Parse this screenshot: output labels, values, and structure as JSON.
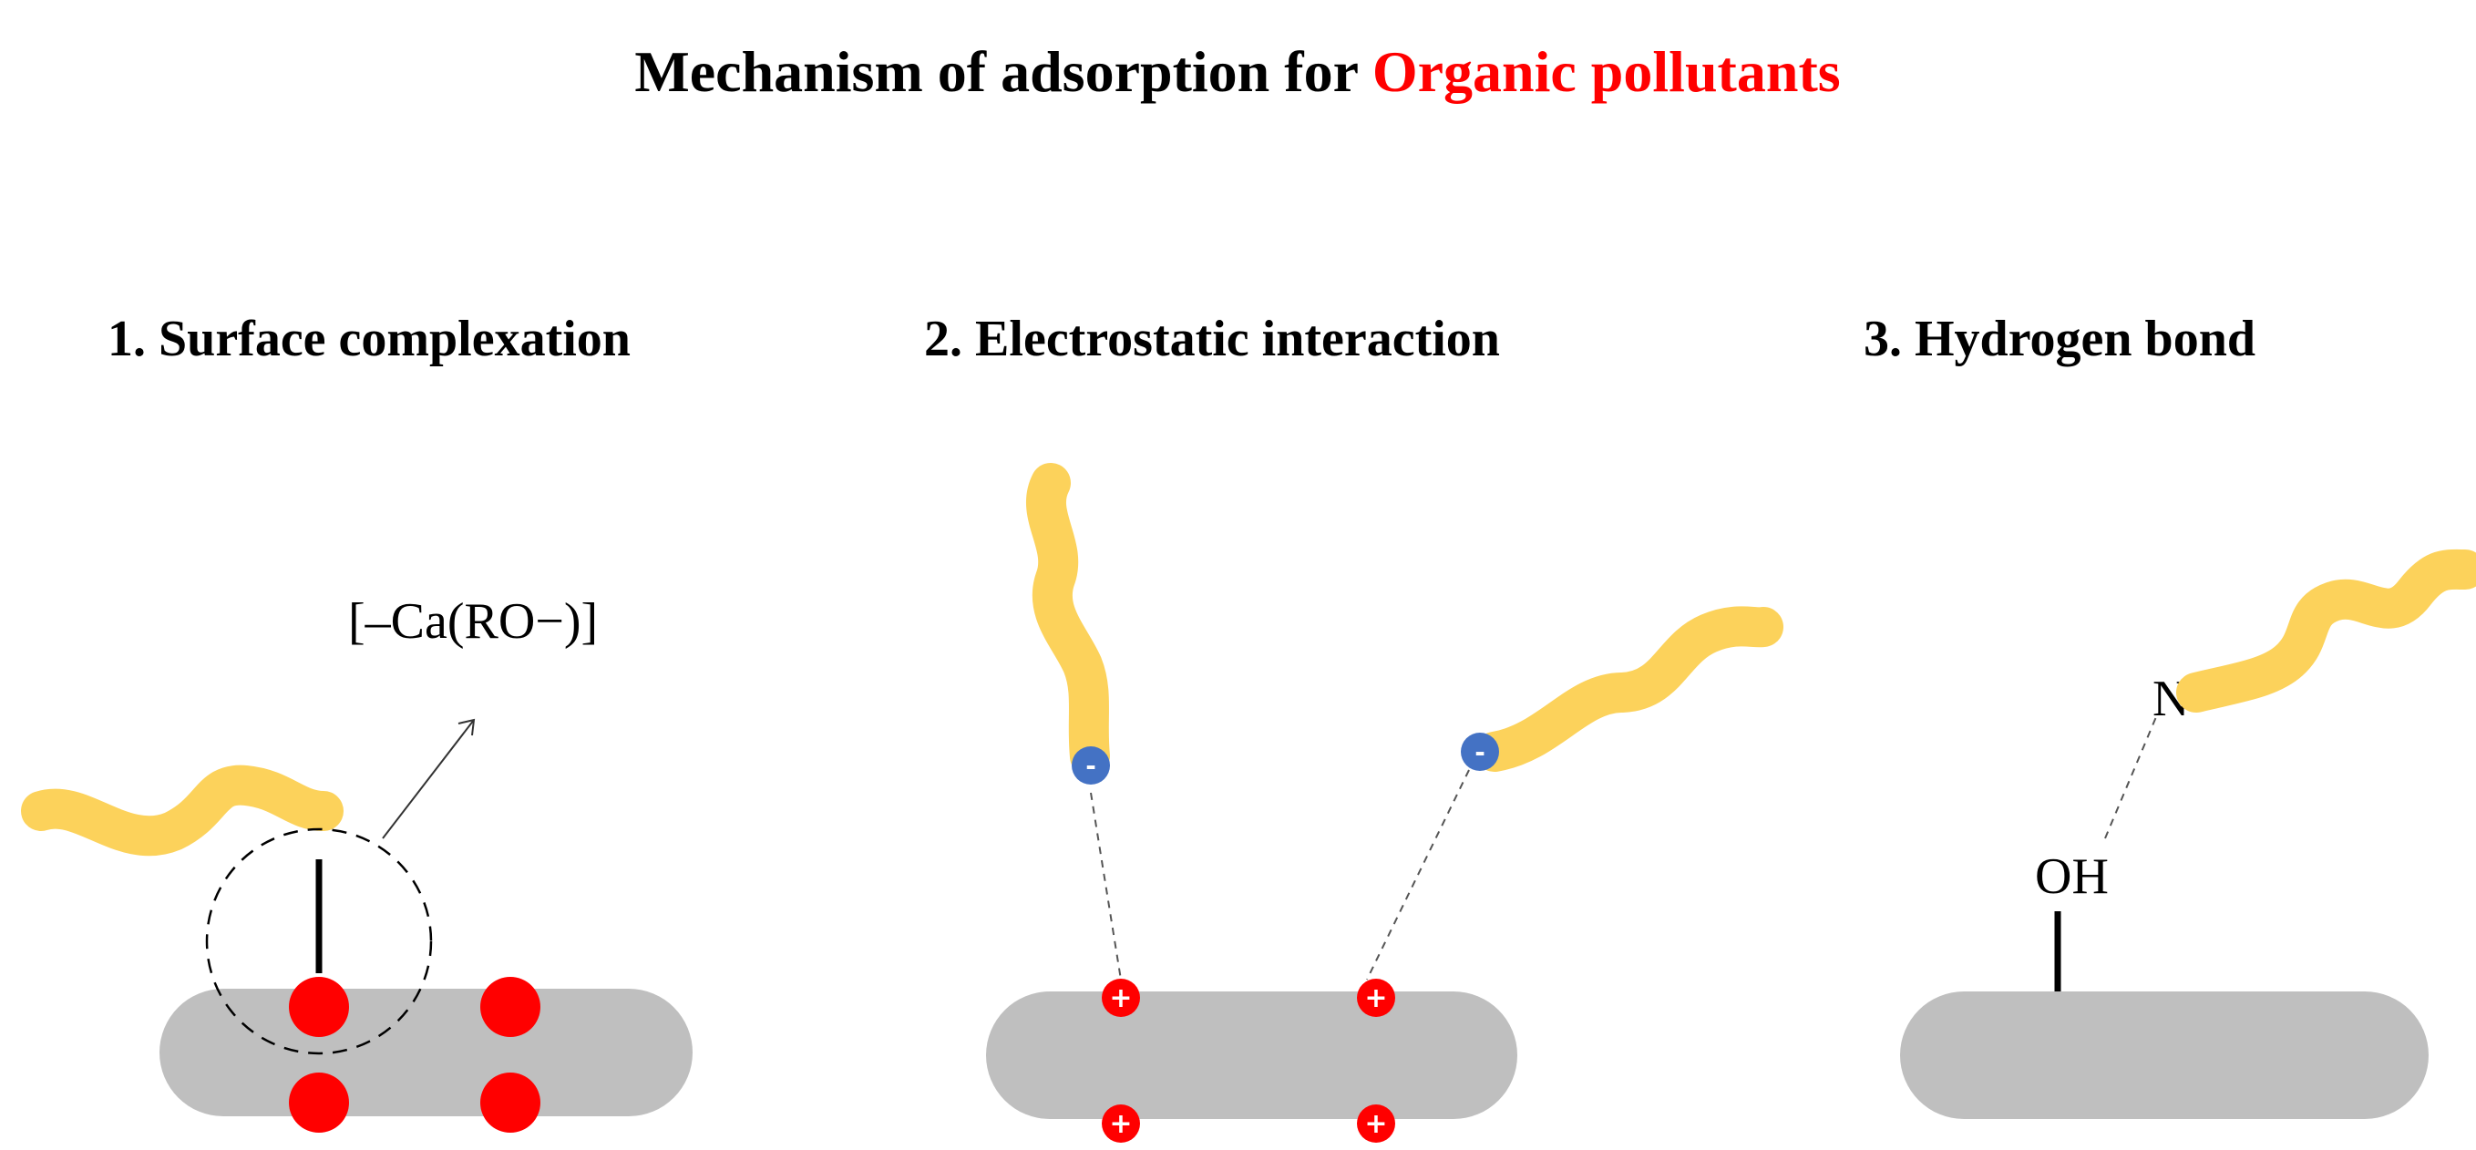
{
  "title": {
    "prefix": "Mechanism of adsorption for ",
    "highlight": "Organic pollutants"
  },
  "panels": [
    {
      "heading": "1. Surface complexation",
      "label": "[–Ca(RO−)]"
    },
    {
      "heading": "2. Electrostatic interaction",
      "anion_sign": "-",
      "cation_sign": "+"
    },
    {
      "heading": "3. Hydrogen bond",
      "donor_label": "OH",
      "acceptor_label": "N"
    }
  ],
  "colors": {
    "title_text": "#000000",
    "highlight_text": "#ff0000",
    "surface": "#bfbfbf",
    "pollutant": "#fcd25b",
    "calcium_site": "#ff0000",
    "anion": "#4472c4",
    "cation": "#ff0000"
  }
}
